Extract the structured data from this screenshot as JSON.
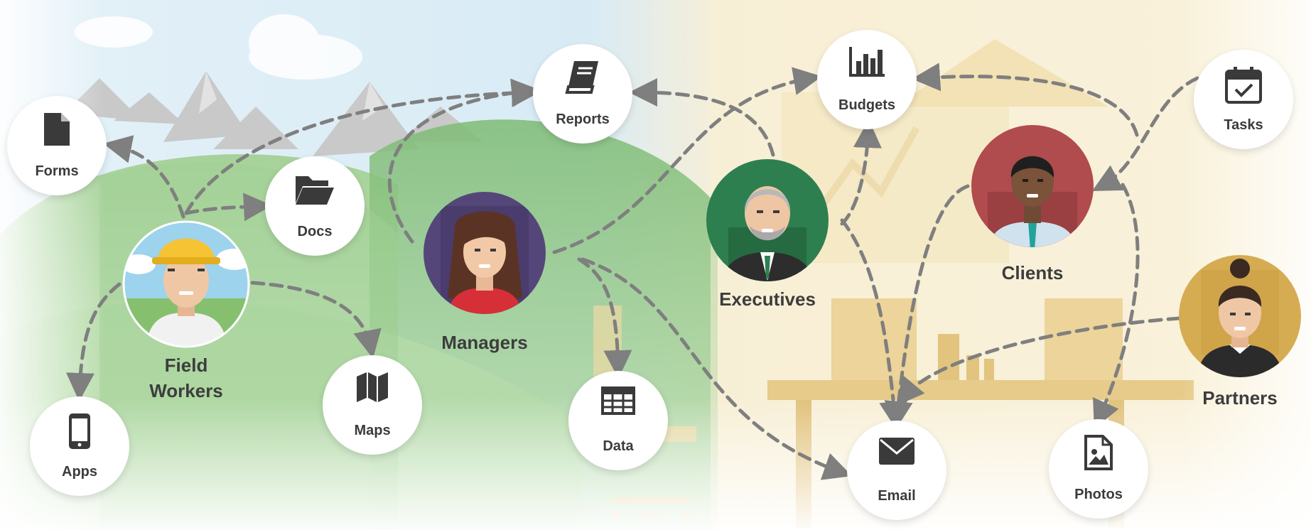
{
  "colors": {
    "sky": "#dcecf6",
    "hill_green": "#8cc482",
    "office_cream": "#f7ebcb",
    "desk_gold": "#e6cb8a",
    "arrow_gray": "#7f7f7f",
    "icon_dark": "#3a3a3a",
    "label_dark": "#3d3d3d"
  },
  "resources": [
    {
      "id": "forms",
      "label": "Forms",
      "icon": "file-icon"
    },
    {
      "id": "docs",
      "label": "Docs",
      "icon": "folder-open-icon"
    },
    {
      "id": "reports",
      "label": "Reports",
      "icon": "book-icon"
    },
    {
      "id": "budgets",
      "label": "Budgets",
      "icon": "bar-chart-icon"
    },
    {
      "id": "tasks",
      "label": "Tasks",
      "icon": "calendar-check-icon"
    },
    {
      "id": "apps",
      "label": "Apps",
      "icon": "smartphone-icon"
    },
    {
      "id": "maps",
      "label": "Maps",
      "icon": "map-icon"
    },
    {
      "id": "data",
      "label": "Data",
      "icon": "table-grid-icon"
    },
    {
      "id": "email",
      "label": "Email",
      "icon": "envelope-icon"
    },
    {
      "id": "photos",
      "label": "Photos",
      "icon": "image-file-icon"
    }
  ],
  "people": [
    {
      "id": "field_workers",
      "label_line1": "Field",
      "label_line2": "Workers",
      "avatar": "hard-hat-worker-avatar"
    },
    {
      "id": "managers",
      "label_line1": "Managers",
      "label_line2": "",
      "avatar": "woman-red-dress-avatar"
    },
    {
      "id": "executives",
      "label_line1": "Executives",
      "label_line2": "",
      "avatar": "gray-haired-executive-avatar"
    },
    {
      "id": "clients",
      "label_line1": "Clients",
      "label_line2": "",
      "avatar": "man-with-tie-avatar"
    },
    {
      "id": "partners",
      "label_line1": "Partners",
      "label_line2": "",
      "avatar": "woman-with-bun-avatar"
    }
  ],
  "flows": [
    {
      "from": "field_workers",
      "to": "forms"
    },
    {
      "from": "field_workers",
      "to": "docs"
    },
    {
      "from": "field_workers",
      "to": "reports"
    },
    {
      "from": "field_workers",
      "to": "apps"
    },
    {
      "from": "field_workers",
      "to": "maps"
    },
    {
      "from": "managers",
      "to": "reports"
    },
    {
      "from": "managers",
      "to": "budgets"
    },
    {
      "from": "managers",
      "to": "data"
    },
    {
      "from": "managers",
      "to": "email"
    },
    {
      "from": "executives",
      "to": "reports"
    },
    {
      "from": "executives",
      "to": "budgets"
    },
    {
      "from": "executives",
      "to": "email"
    },
    {
      "from": "clients",
      "to": "budgets"
    },
    {
      "from": "clients",
      "to": "email"
    },
    {
      "from": "clients",
      "to": "photos"
    },
    {
      "from": "tasks",
      "to": "clients"
    },
    {
      "from": "partners",
      "to": "email"
    }
  ]
}
